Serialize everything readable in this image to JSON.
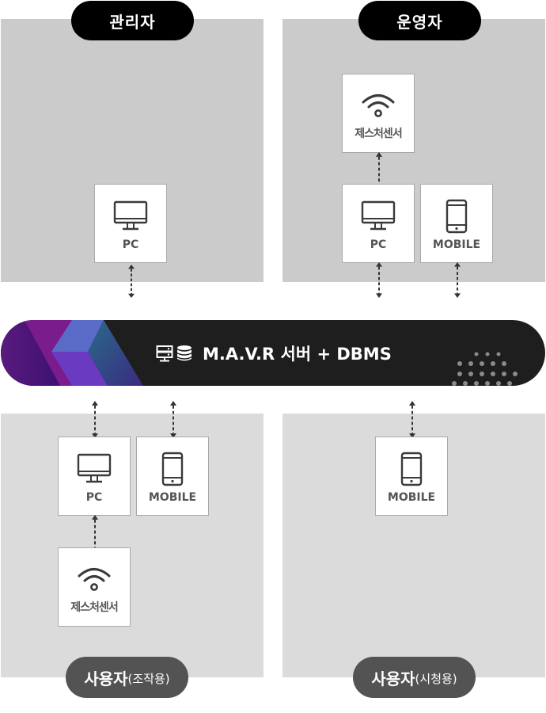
{
  "colors": {
    "panel_top": "#cbcbcb",
    "panel_bottom": "#dcdbdc",
    "header_pill": "#000000",
    "footer_pill": "#535353",
    "card_border": "#a9a9a9",
    "icon_stroke": "#3a3a3a",
    "banner_bg": "#1e1e1e"
  },
  "groups": {
    "admin": {
      "title": "관리자"
    },
    "operator": {
      "title": "운영자"
    },
    "user_control": {
      "title": "사용자",
      "subtitle": "(조작용)"
    },
    "user_view": {
      "title": "사용자",
      "subtitle": "(시청용)"
    }
  },
  "devices": {
    "pc": "PC",
    "mobile": "MOBILE",
    "sensor": "제스처센서"
  },
  "server": {
    "title": "M.A.V.R 서버 + DBMS",
    "icons": [
      "server-icon",
      "database-icon"
    ]
  }
}
